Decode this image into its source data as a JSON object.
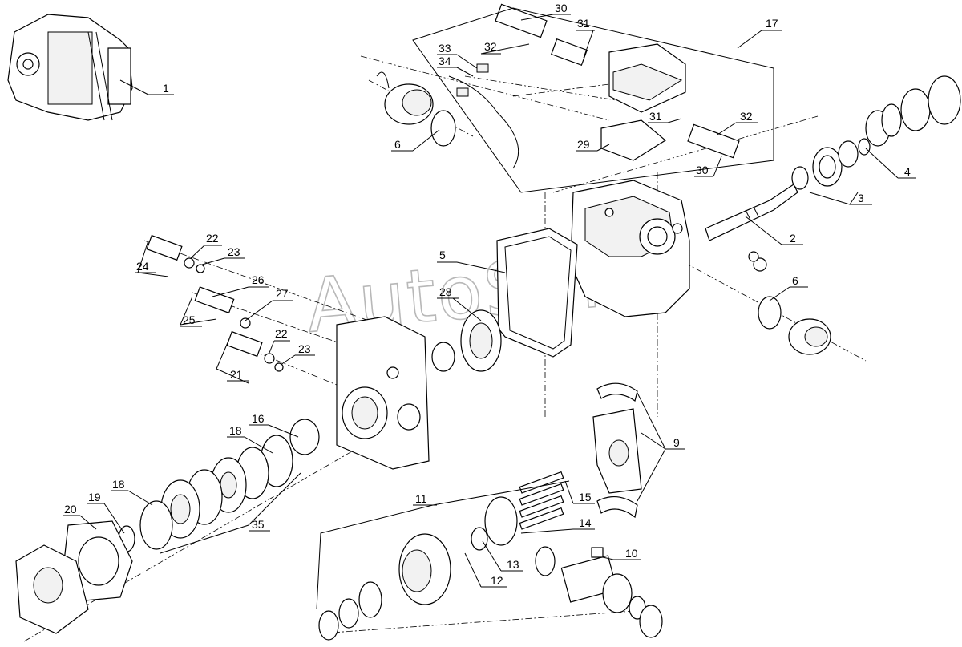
{
  "watermark": "AutoSoft",
  "callouts": [
    {
      "id": "c1",
      "text": "1"
    },
    {
      "id": "c2",
      "text": "2"
    },
    {
      "id": "c3",
      "text": "3"
    },
    {
      "id": "c4",
      "text": "4"
    },
    {
      "id": "c5",
      "text": "5"
    },
    {
      "id": "c6a",
      "text": "6"
    },
    {
      "id": "c6b",
      "text": "6"
    },
    {
      "id": "c9",
      "text": "9"
    },
    {
      "id": "c10",
      "text": "10"
    },
    {
      "id": "c11",
      "text": "11"
    },
    {
      "id": "c12",
      "text": "12"
    },
    {
      "id": "c13",
      "text": "13"
    },
    {
      "id": "c14",
      "text": "14"
    },
    {
      "id": "c15",
      "text": "15"
    },
    {
      "id": "c16",
      "text": "16"
    },
    {
      "id": "c17",
      "text": "17"
    },
    {
      "id": "c18a",
      "text": "18"
    },
    {
      "id": "c18b",
      "text": "18"
    },
    {
      "id": "c19",
      "text": "19"
    },
    {
      "id": "c20",
      "text": "20"
    },
    {
      "id": "c21",
      "text": "21"
    },
    {
      "id": "c22a",
      "text": "22"
    },
    {
      "id": "c22b",
      "text": "22"
    },
    {
      "id": "c23a",
      "text": "23"
    },
    {
      "id": "c23b",
      "text": "23"
    },
    {
      "id": "c24",
      "text": "24"
    },
    {
      "id": "c25",
      "text": "25"
    },
    {
      "id": "c26",
      "text": "26"
    },
    {
      "id": "c27",
      "text": "27"
    },
    {
      "id": "c28",
      "text": "28"
    },
    {
      "id": "c29",
      "text": "29"
    },
    {
      "id": "c30a",
      "text": "30"
    },
    {
      "id": "c30b",
      "text": "30"
    },
    {
      "id": "c31a",
      "text": "31"
    },
    {
      "id": "c31b",
      "text": "31"
    },
    {
      "id": "c32a",
      "text": "32"
    },
    {
      "id": "c32b",
      "text": "32"
    },
    {
      "id": "c33",
      "text": "33"
    },
    {
      "id": "c34",
      "text": "34"
    },
    {
      "id": "c35",
      "text": "35"
    }
  ]
}
